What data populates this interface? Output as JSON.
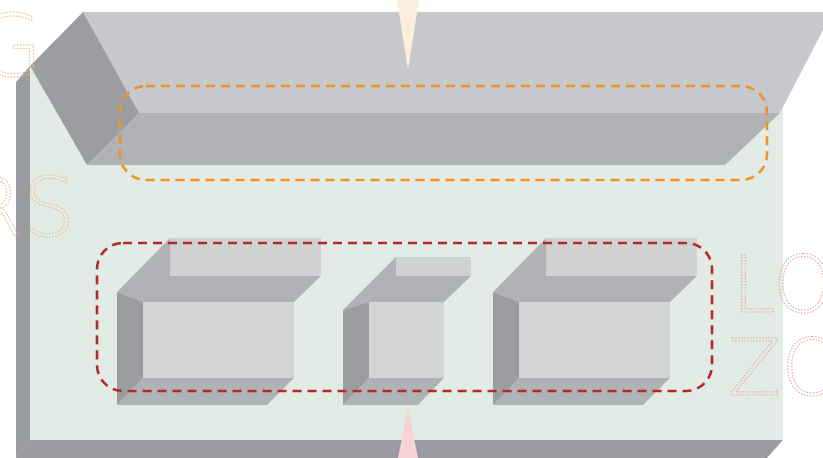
{
  "diagram": {
    "outlined_text": {
      "left_top": "G",
      "left_middle": "RS",
      "right_line_1": "LO",
      "right_line_2": "ZO"
    },
    "colors": {
      "panel_face": "#e3ebe6",
      "panel_edge_light": "#c7c8cb",
      "panel_edge_dark": "#9b9ca0",
      "block_top": "#d0d1d3",
      "block_front": "#b1b2b5",
      "block_side": "#9c9da1",
      "block_face": "#d3d4d6",
      "highlight_upper": "#ee9425",
      "highlight_lower": "#b22a2a",
      "pointer_top": "#fbeedd",
      "pointer_bottom": "#f8d2d2",
      "outline_text_left": "#efb98d",
      "outline_text_right": "#e6a7a7"
    },
    "shapes": {
      "upper_bar": "long-beveled-bar",
      "lower_blocks": [
        "wide-block",
        "narrow-block",
        "wide-block"
      ]
    }
  }
}
